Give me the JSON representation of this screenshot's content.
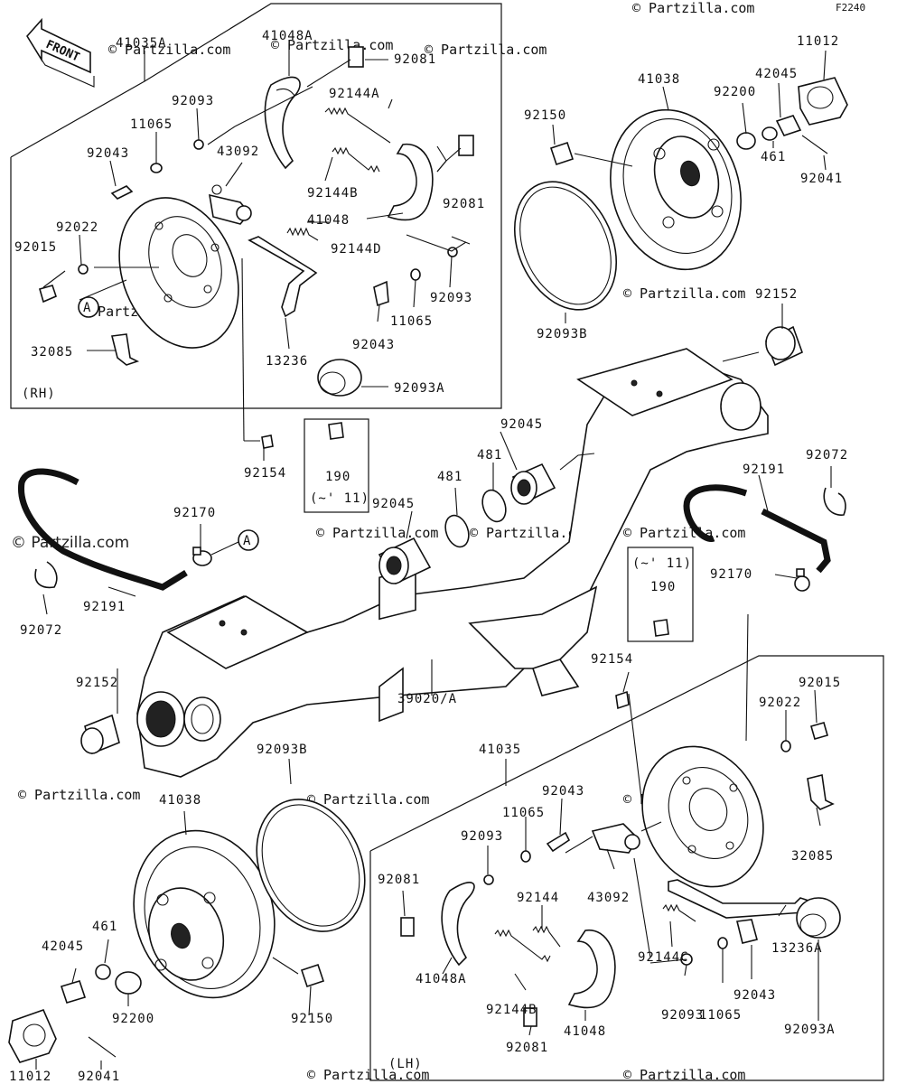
{
  "diagram_code": "F2240",
  "front_label": "FRONT",
  "watermark": "© Partzilla.com",
  "side_labels": {
    "rh": "(RH)",
    "lh": "(LH)"
  },
  "note": {
    "top": "(~' 11)",
    "right": "(~' 11)"
  },
  "ref_a": "A",
  "parts": {
    "p41035A": "41035A",
    "p41048A_top": "41048A",
    "p92081_a": "92081",
    "p92093_a": "92093",
    "p11065_a": "11065",
    "p92144A": "92144A",
    "p43092_a": "43092",
    "p92043_a": "92043",
    "p92144B_a": "92144B",
    "p92081_b": "92081",
    "p41048_a": "41048",
    "p92022_a": "92022",
    "p92015_a": "92015",
    "p92144D": "92144D",
    "p92093_b": "92093",
    "p11065_b": "11065",
    "p92043_b": "92043",
    "p32085_a": "32085",
    "p13236": "13236",
    "p92093A_a": "92093A",
    "p41038_a": "41038",
    "p92150_a": "92150",
    "p92200_a": "92200",
    "p42045_a": "42045",
    "p11012_a": "11012",
    "p461_a": "461",
    "p92041_a": "92041",
    "p92093B_a": "92093B",
    "p92152_a": "92152",
    "p92154_a": "92154",
    "p190_a": "190",
    "p92045_a": "92045",
    "p481_a": "481",
    "p481_b": "481",
    "p92045_b": "92045",
    "p92072_a": "92072",
    "p92191_a": "92191",
    "p92170_a": "92170",
    "p92191_b": "92191",
    "p92170_b": "92170",
    "p190_b": "190",
    "p92072_b": "92072",
    "p92152_b": "92152",
    "p39020A": "39020/A",
    "p92154_b": "92154",
    "p92015_b": "92015",
    "p92022_b": "92022",
    "p92093B_b": "92093B",
    "p41035": "41035",
    "p41038_b": "41038",
    "p92043_c": "92043",
    "p11065_c": "11065",
    "p92093_c": "92093",
    "p92081_c": "92081",
    "p92144": "92144",
    "p43092_b": "43092",
    "p32085_b": "32085",
    "p461_b": "461",
    "p42045_b": "42045",
    "p41048A_b": "41048A",
    "p92144C": "92144C",
    "p13236A": "13236A",
    "p92200_b": "92200",
    "p92144B_b": "92144B",
    "p92043_d": "92043",
    "p92150_b": "92150",
    "p92093_d": "92093",
    "p11065_d": "11065",
    "p92093A_b": "92093A",
    "p11012_b": "11012",
    "p92041_b": "92041",
    "p92081_d": "92081",
    "p41048_b": "41048"
  }
}
